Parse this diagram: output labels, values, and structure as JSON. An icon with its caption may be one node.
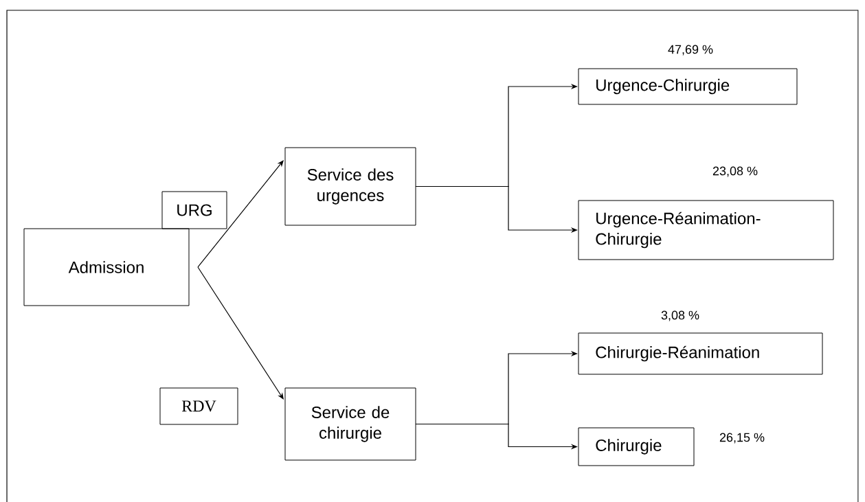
{
  "diagram": {
    "nodes": [
      {
        "text": [
          "Admission"
        ]
      },
      {
        "text": [
          "URG"
        ]
      },
      {
        "text": [
          "Service des urgences"
        ]
      },
      {
        "text": [
          "RDV"
        ]
      },
      {
        "text": [
          "Service de chirurgie"
        ]
      },
      {
        "text": [
          "Urgence-Chirurgie"
        ],
        "beside": [
          "47,69 %"
        ]
      },
      {
        "text": [
          "Urgence-Réanimation-Chirurgie"
        ],
        "beside": [
          "23,08 %"
        ]
      },
      {
        "text": [
          "Chirurgie-Réanimation"
        ],
        "beside": [
          "3,08 %"
        ]
      },
      {
        "text": [
          "Chirurgie"
        ],
        "beside": [
          "26,15 %"
        ]
      }
    ],
    "edges": [
      {
        "from": 0,
        "to": 2,
        "arrow": "to"
      },
      {
        "from": 0,
        "to": 4,
        "arrow": "to"
      },
      {
        "from": 2,
        "to": 5,
        "arrow": "to"
      },
      {
        "from": 2,
        "to": 6,
        "arrow": "to"
      },
      {
        "from": 4,
        "to": 7,
        "arrow": "to"
      },
      {
        "from": 4,
        "to": 8,
        "arrow": "to"
      }
    ]
  }
}
